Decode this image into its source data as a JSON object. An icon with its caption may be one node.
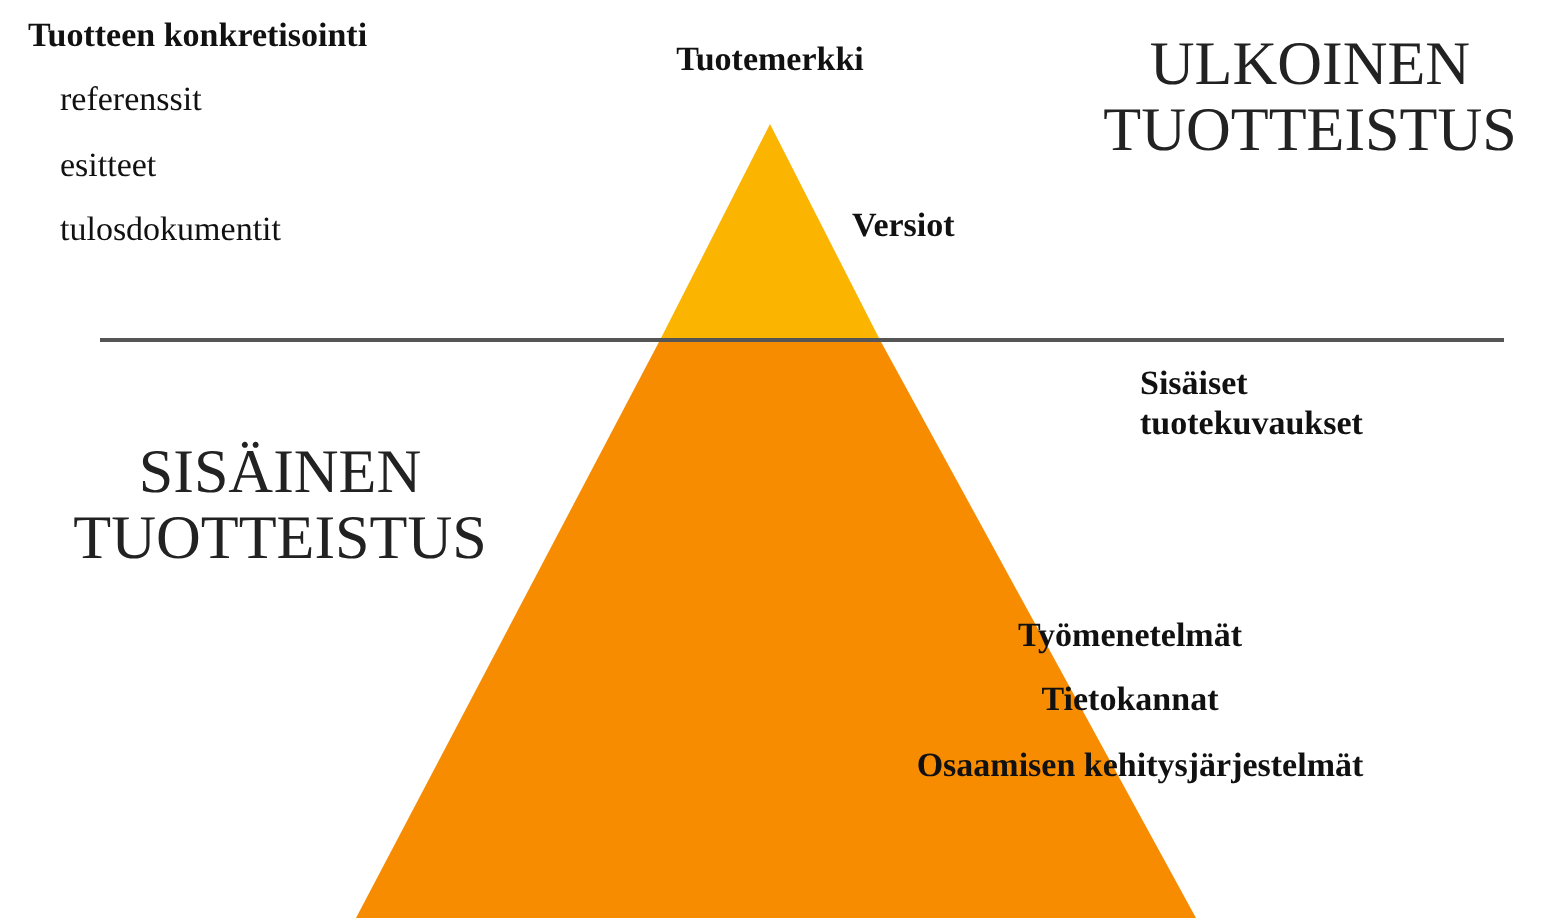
{
  "diagram": {
    "labels": [
      "Tuotteen konkretisointi",
      "referenssit",
      "esitteet",
      "tulosdokumentit",
      "Tuotemerkki",
      "ULKOINEN TUOTTEISTUS",
      "Versiot",
      "Sisäiset tuotekuvaukset",
      "SISÄINEN TUOTTEISTUS",
      "Työmenetelmät",
      "Tietokannat",
      "Osaamisen kehitysjärjestelmät"
    ]
  }
}
